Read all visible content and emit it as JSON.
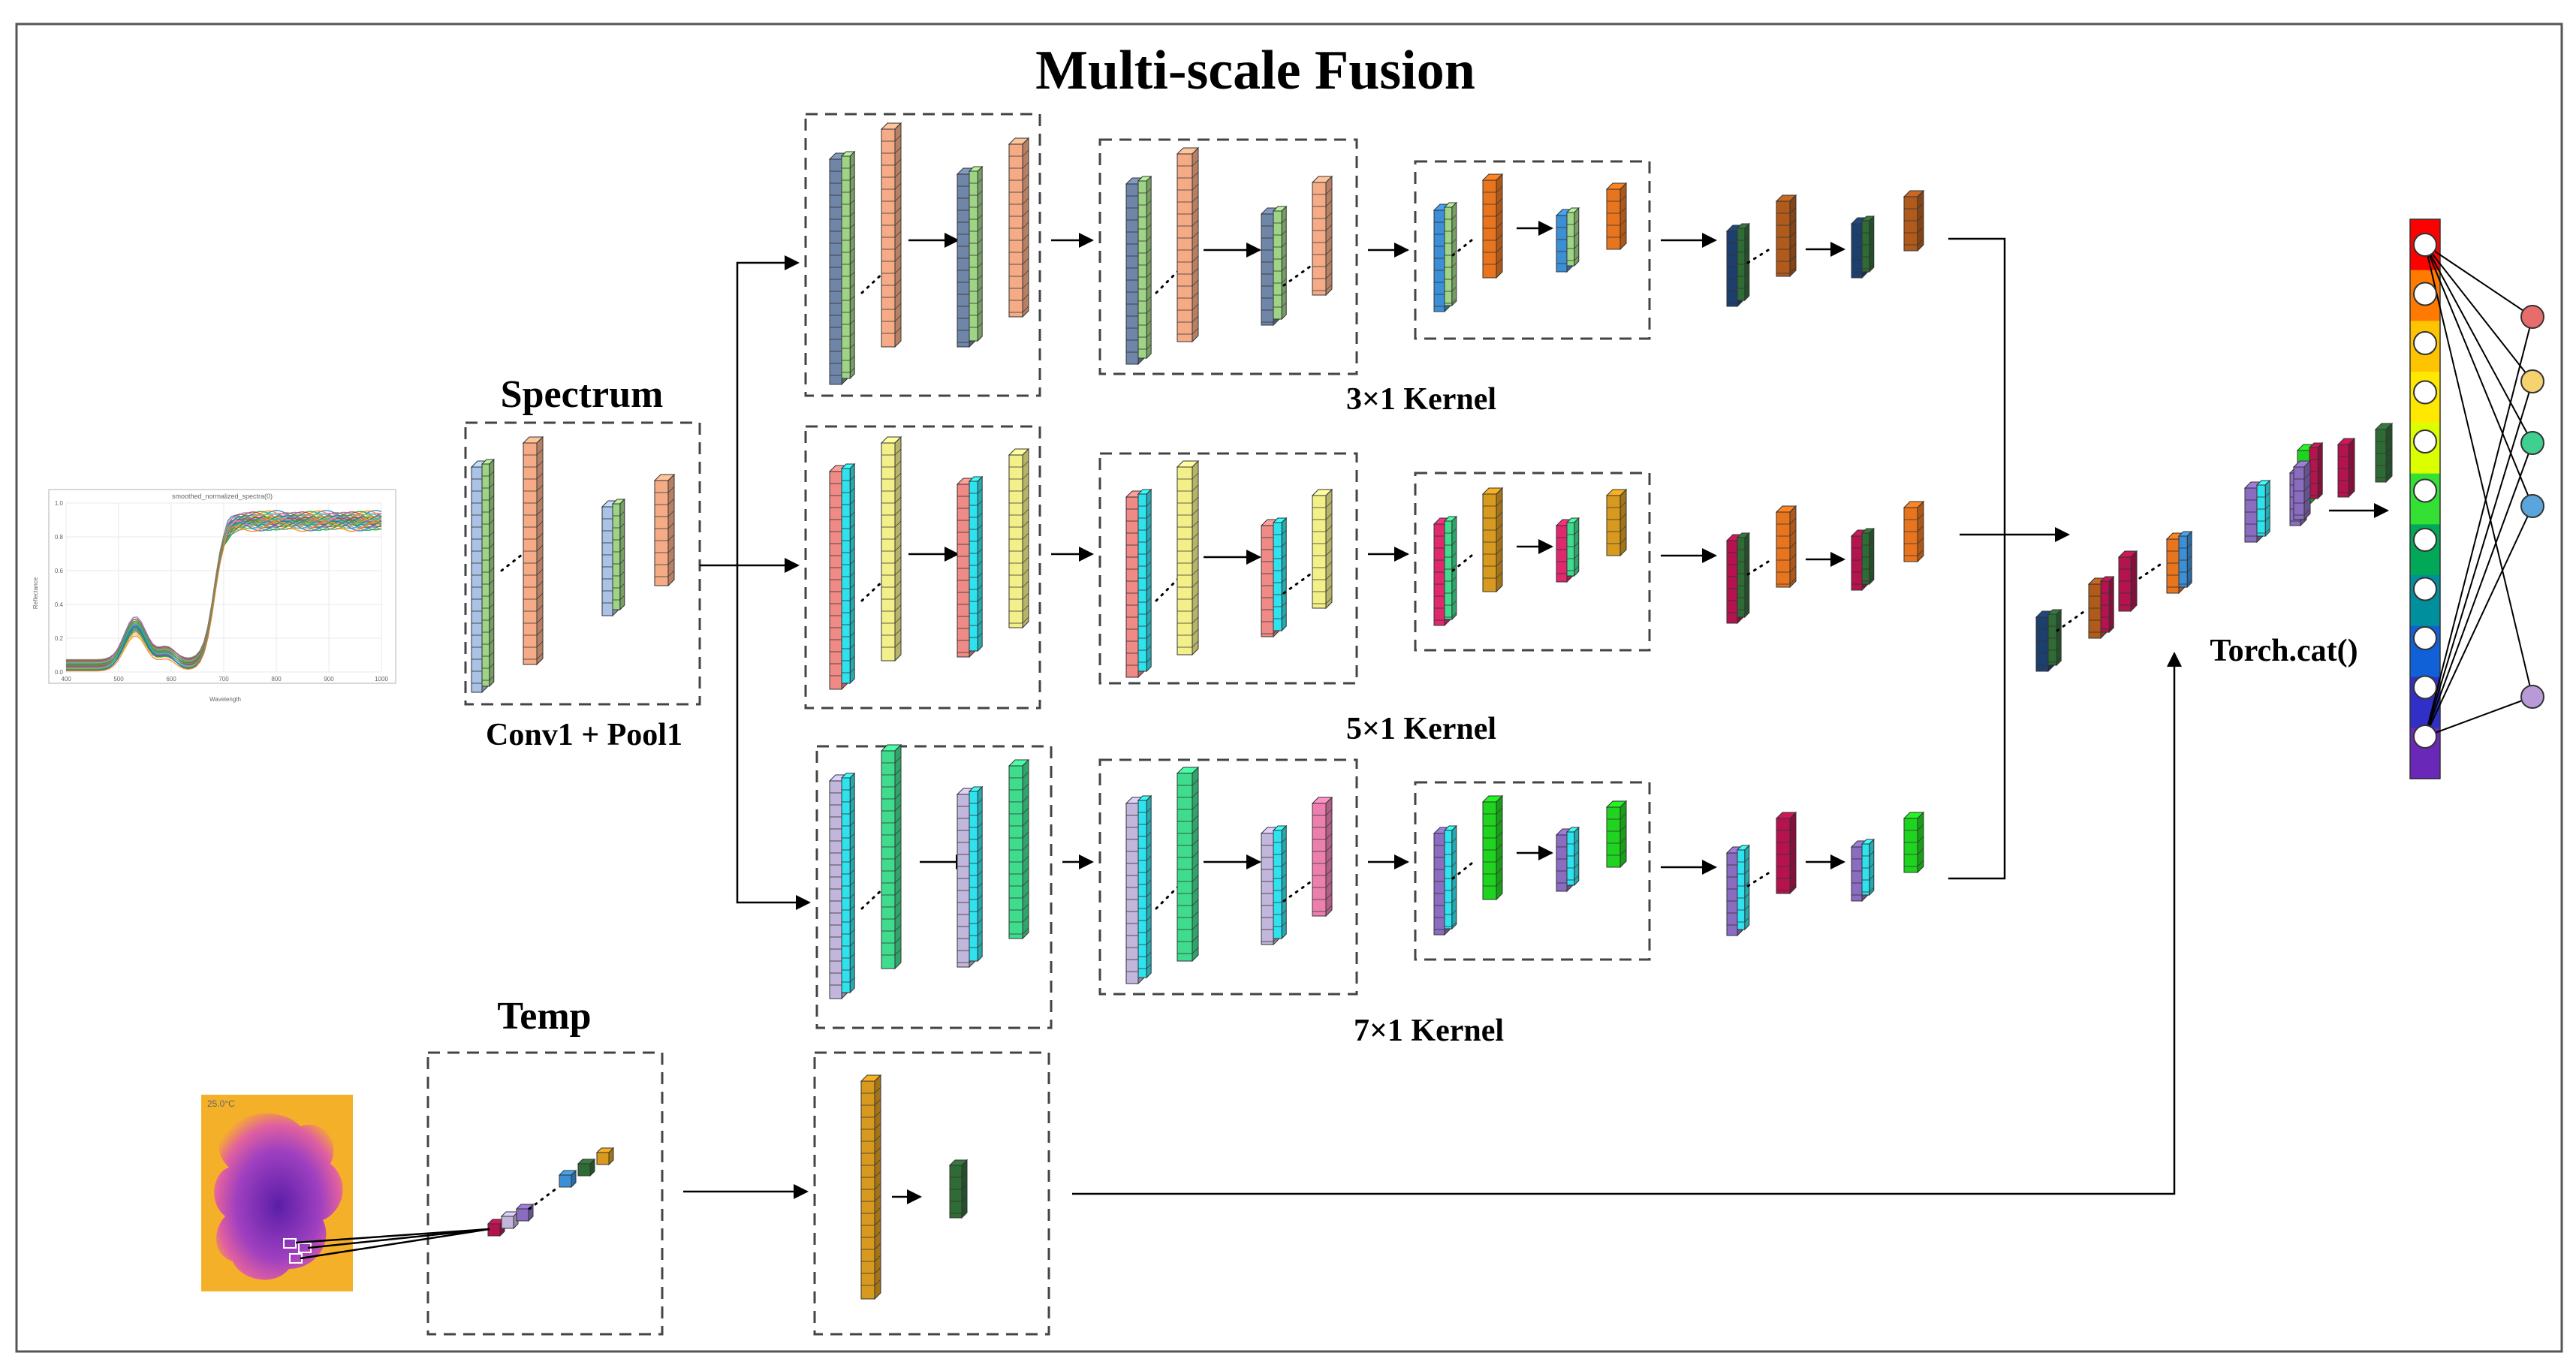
{
  "title": "Multi-scale Fusion",
  "labels": {
    "spectrum": "Spectrum",
    "conv_pool": "Conv1 + Pool1",
    "kernel3": "3×1 Kernel",
    "kernel5": "5×1 Kernel",
    "kernel7": "7×1 Kernel",
    "temp": "Temp",
    "concat": "Torch.cat()"
  },
  "spectrum_plot": {
    "title": "smoothed_normalized_spectra(0)",
    "xlabel": "Wavelength",
    "ylabel": "Reflectance",
    "xticks": [
      "400",
      "500",
      "600",
      "700",
      "800",
      "900",
      "1000"
    ],
    "yticks": [
      "0.0",
      "0.2",
      "0.4",
      "0.6",
      "0.8",
      "1.0"
    ]
  },
  "thermal": {
    "overlay_text": "25.0°C"
  },
  "colors": {
    "slate": "#6f86a8",
    "peach": "#f4ab86",
    "lightblue": "#a9c2e6",
    "green": "#9ed485",
    "salmon": "#ef8a86",
    "yellow": "#f3f08a",
    "lavender": "#c2b6dc",
    "mint": "#3fdc8e",
    "cyan": "#2ee3ee",
    "pink": "#ec7fae",
    "blue": "#3b8fd6",
    "orange": "#e8741e",
    "magenta": "#e0286e",
    "navy": "#1d3f6e",
    "brown": "#b05a1c",
    "purple": "#8a6cc0",
    "limegreen": "#1ed41e",
    "darkgreen": "#2f6b35",
    "gold": "#d89a1e",
    "crimson": "#b5134e"
  },
  "output_nodes": [
    "#e96c6c",
    "#f6d36e",
    "#3fcf8e",
    "#5aa6dc",
    "#b89ad8"
  ],
  "fc_bar_colors": [
    "#ff0000",
    "#ff7a00",
    "#ffc400",
    "#ffe800",
    "#dcff00",
    "#33e033",
    "#00a858",
    "#008f9c",
    "#1060d8",
    "#3030c8",
    "#6a28b8"
  ]
}
